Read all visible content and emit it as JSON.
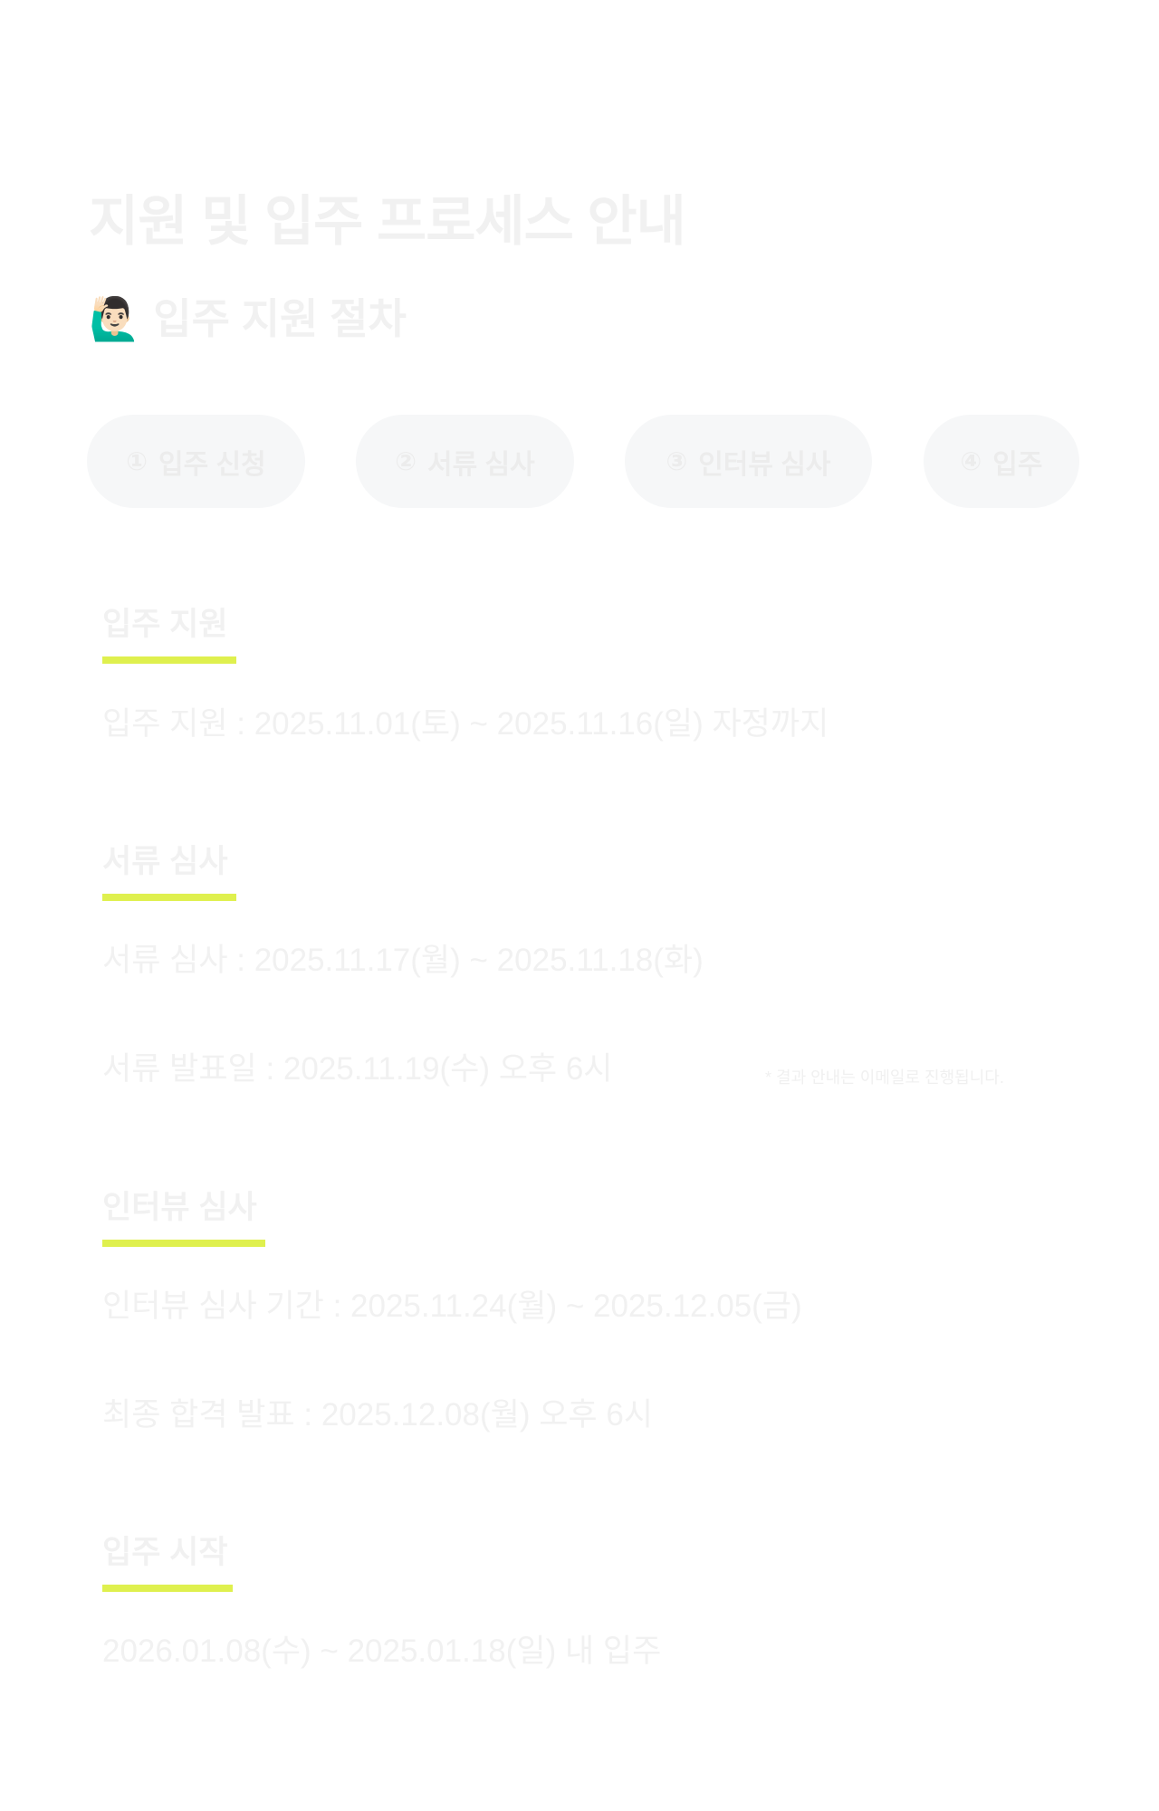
{
  "title": "지원 및 입주 프로세스 안내",
  "procedure": {
    "emoji": "🙋🏻‍♂️",
    "icon": "person-raising-hand-icon",
    "title": "입주 지원 절차"
  },
  "steps": [
    {
      "num": "①",
      "label": "입주 신청"
    },
    {
      "num": "②",
      "label": "서류 심사"
    },
    {
      "num": "③",
      "label": "인터뷰 심사"
    },
    {
      "num": "④",
      "label": "입주"
    }
  ],
  "sections": [
    {
      "heading": "입주 지원",
      "lines": [
        "입주 지원 :  2025.11.01(토) ~ 2025.11.16(일) 자정까지"
      ]
    },
    {
      "heading": "서류 심사",
      "lines": [
        "서류 심사 :  2025.11.17(월) ~ 2025.11.18(화)",
        "서류 발표일 :  2025.11.19(수) 오후 6시"
      ],
      "note": "* 결과 안내는 이메일로 진행됩니다."
    },
    {
      "heading": "인터뷰 심사",
      "lines": [
        "인터뷰 심사 기간 :  2025.11.24(월) ~ 2025.12.05(금)",
        "최종 합격 발표 :  2025.12.08(월) 오후 6시"
      ]
    },
    {
      "heading": "입주 시작",
      "lines": [
        "2026.01.08(수) ~ 2025.01.18(일) 내 입주"
      ]
    }
  ],
  "colors": {
    "accent": "#dff04e",
    "text": "#f1f1f1",
    "pill_bg": "#f6f7f8"
  }
}
